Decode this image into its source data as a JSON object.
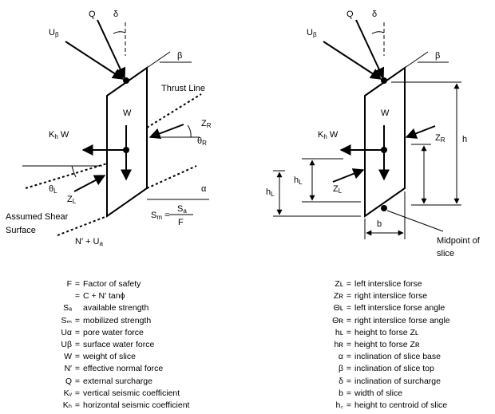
{
  "left": {
    "Q": "Q",
    "delta": "δ",
    "U": "U",
    "U_sub": "β",
    "beta": "β",
    "thrust_line": "Thrust Line",
    "W": "W",
    "KhW_K": "K",
    "KhW_sub": "h",
    "KhW_W": " W",
    "ZR": "Z",
    "ZR_sub": "R",
    "thetaR": "θ",
    "thetaR_sub": "R",
    "thetaL": "θ",
    "thetaL_sub": "L",
    "ZL": "Z",
    "ZL_sub": "L",
    "alpha": "α",
    "assumed_line1": "Assumed Shear",
    "assumed_line2": "Surface",
    "Sm_S": "S",
    "Sm_sub": "m",
    "Sm_eq": " =",
    "frac_num": "S",
    "frac_num_sub": "a",
    "frac_den": "F",
    "normal": "N′ + U",
    "normal_sub": "a"
  },
  "right": {
    "Q": "Q",
    "delta": "δ",
    "U": "U",
    "U_sub": "β",
    "beta": "β",
    "W": "W",
    "KhW_K": "K",
    "KhW_sub": "h",
    "KhW_W": " W",
    "ZR": "Z",
    "ZR_sub": "R",
    "h": "h",
    "hL1": "h",
    "hL1_sub": "L",
    "hL2": "h",
    "hL2_sub": "L",
    "ZL": "Z",
    "ZL_sub": "L",
    "b": "b",
    "midpoint_line1": "Midpoint of",
    "midpoint_line2": "slice"
  },
  "legend_left": [
    {
      "sym": "F",
      "eq": "=",
      "text": "Factor of safety"
    },
    {
      "sym": "",
      "eq": "=",
      "text": "C + N′ tanϕ"
    },
    {
      "sym": "Sₐ",
      "eq": "",
      "text": "available strength"
    },
    {
      "sym": "Sₘ",
      "eq": "=",
      "text": "mobilized strength"
    },
    {
      "sym": "Uα",
      "eq": "=",
      "text": "pore water force"
    },
    {
      "sym": "Uβ",
      "eq": "=",
      "text": "surface water force"
    },
    {
      "sym": "W",
      "eq": "=",
      "text": "weight of slice"
    },
    {
      "sym": "N′",
      "eq": "=",
      "text": "effective normal force"
    },
    {
      "sym": "Q",
      "eq": "=",
      "text": "external surcharge"
    },
    {
      "sym": "Kᵥ",
      "eq": "=",
      "text": "vertical seismic coefficient"
    },
    {
      "sym": "Kₕ",
      "eq": "=",
      "text": "horizontal seismic coefficient"
    }
  ],
  "legend_right": [
    {
      "sym": "Zʟ",
      "eq": "=",
      "text": "left interslice forse"
    },
    {
      "sym": "Zʀ",
      "eq": "=",
      "text": "right interslice forse"
    },
    {
      "sym": "Θʟ",
      "eq": "=",
      "text": "left interslice forse angle"
    },
    {
      "sym": "Θʀ",
      "eq": "=",
      "text": "right interslice forse angle"
    },
    {
      "sym": "hʟ",
      "eq": "=",
      "text": "height to forse Zʟ"
    },
    {
      "sym": "hʀ",
      "eq": "=",
      "text": "height to forse Zʀ"
    },
    {
      "sym": "α",
      "eq": "=",
      "text": "inclination of slice base"
    },
    {
      "sym": "β",
      "eq": "=",
      "text": "inclination of slice top"
    },
    {
      "sym": "δ",
      "eq": "=",
      "text": "inclination of surcharge"
    },
    {
      "sym": "b",
      "eq": "=",
      "text": "width of slice"
    },
    {
      "sym": "h꜀",
      "eq": "=",
      "text": "height to centroid of slice"
    }
  ]
}
